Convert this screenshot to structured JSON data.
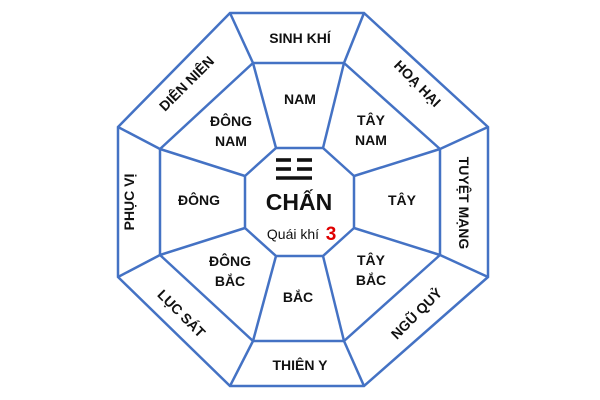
{
  "center": {
    "trigram": "☳",
    "title": "CHẤN",
    "subtitle": "Quái khí",
    "number": "3"
  },
  "inner_ring": {
    "south": "NAM",
    "southwest_line1": "TÂY",
    "southwest_line2": "NAM",
    "west": "TÂY",
    "northwest_line1": "TÂY",
    "northwest_line2": "BẮC",
    "north": "BẮC",
    "northeast_line1": "ĐÔNG",
    "northeast_line2": "BẮC",
    "east": "ĐÔNG",
    "southeast_line1": "ĐÔNG",
    "southeast_line2": "NAM"
  },
  "outer_ring": {
    "top": "SINH KHÍ",
    "top_right": "HOẠ HẠI",
    "right": "TUYỆT MẠNG",
    "bottom_right": "NGŨ QUỶ",
    "bottom": "THIÊN Y",
    "bottom_left": "LỤC SÁT",
    "left": "PHỤC VỊ",
    "top_left": "DIÊN NIÊN"
  },
  "colors": {
    "lines": "#4472C4",
    "text": "#111111",
    "accent_number": "#E00000"
  }
}
